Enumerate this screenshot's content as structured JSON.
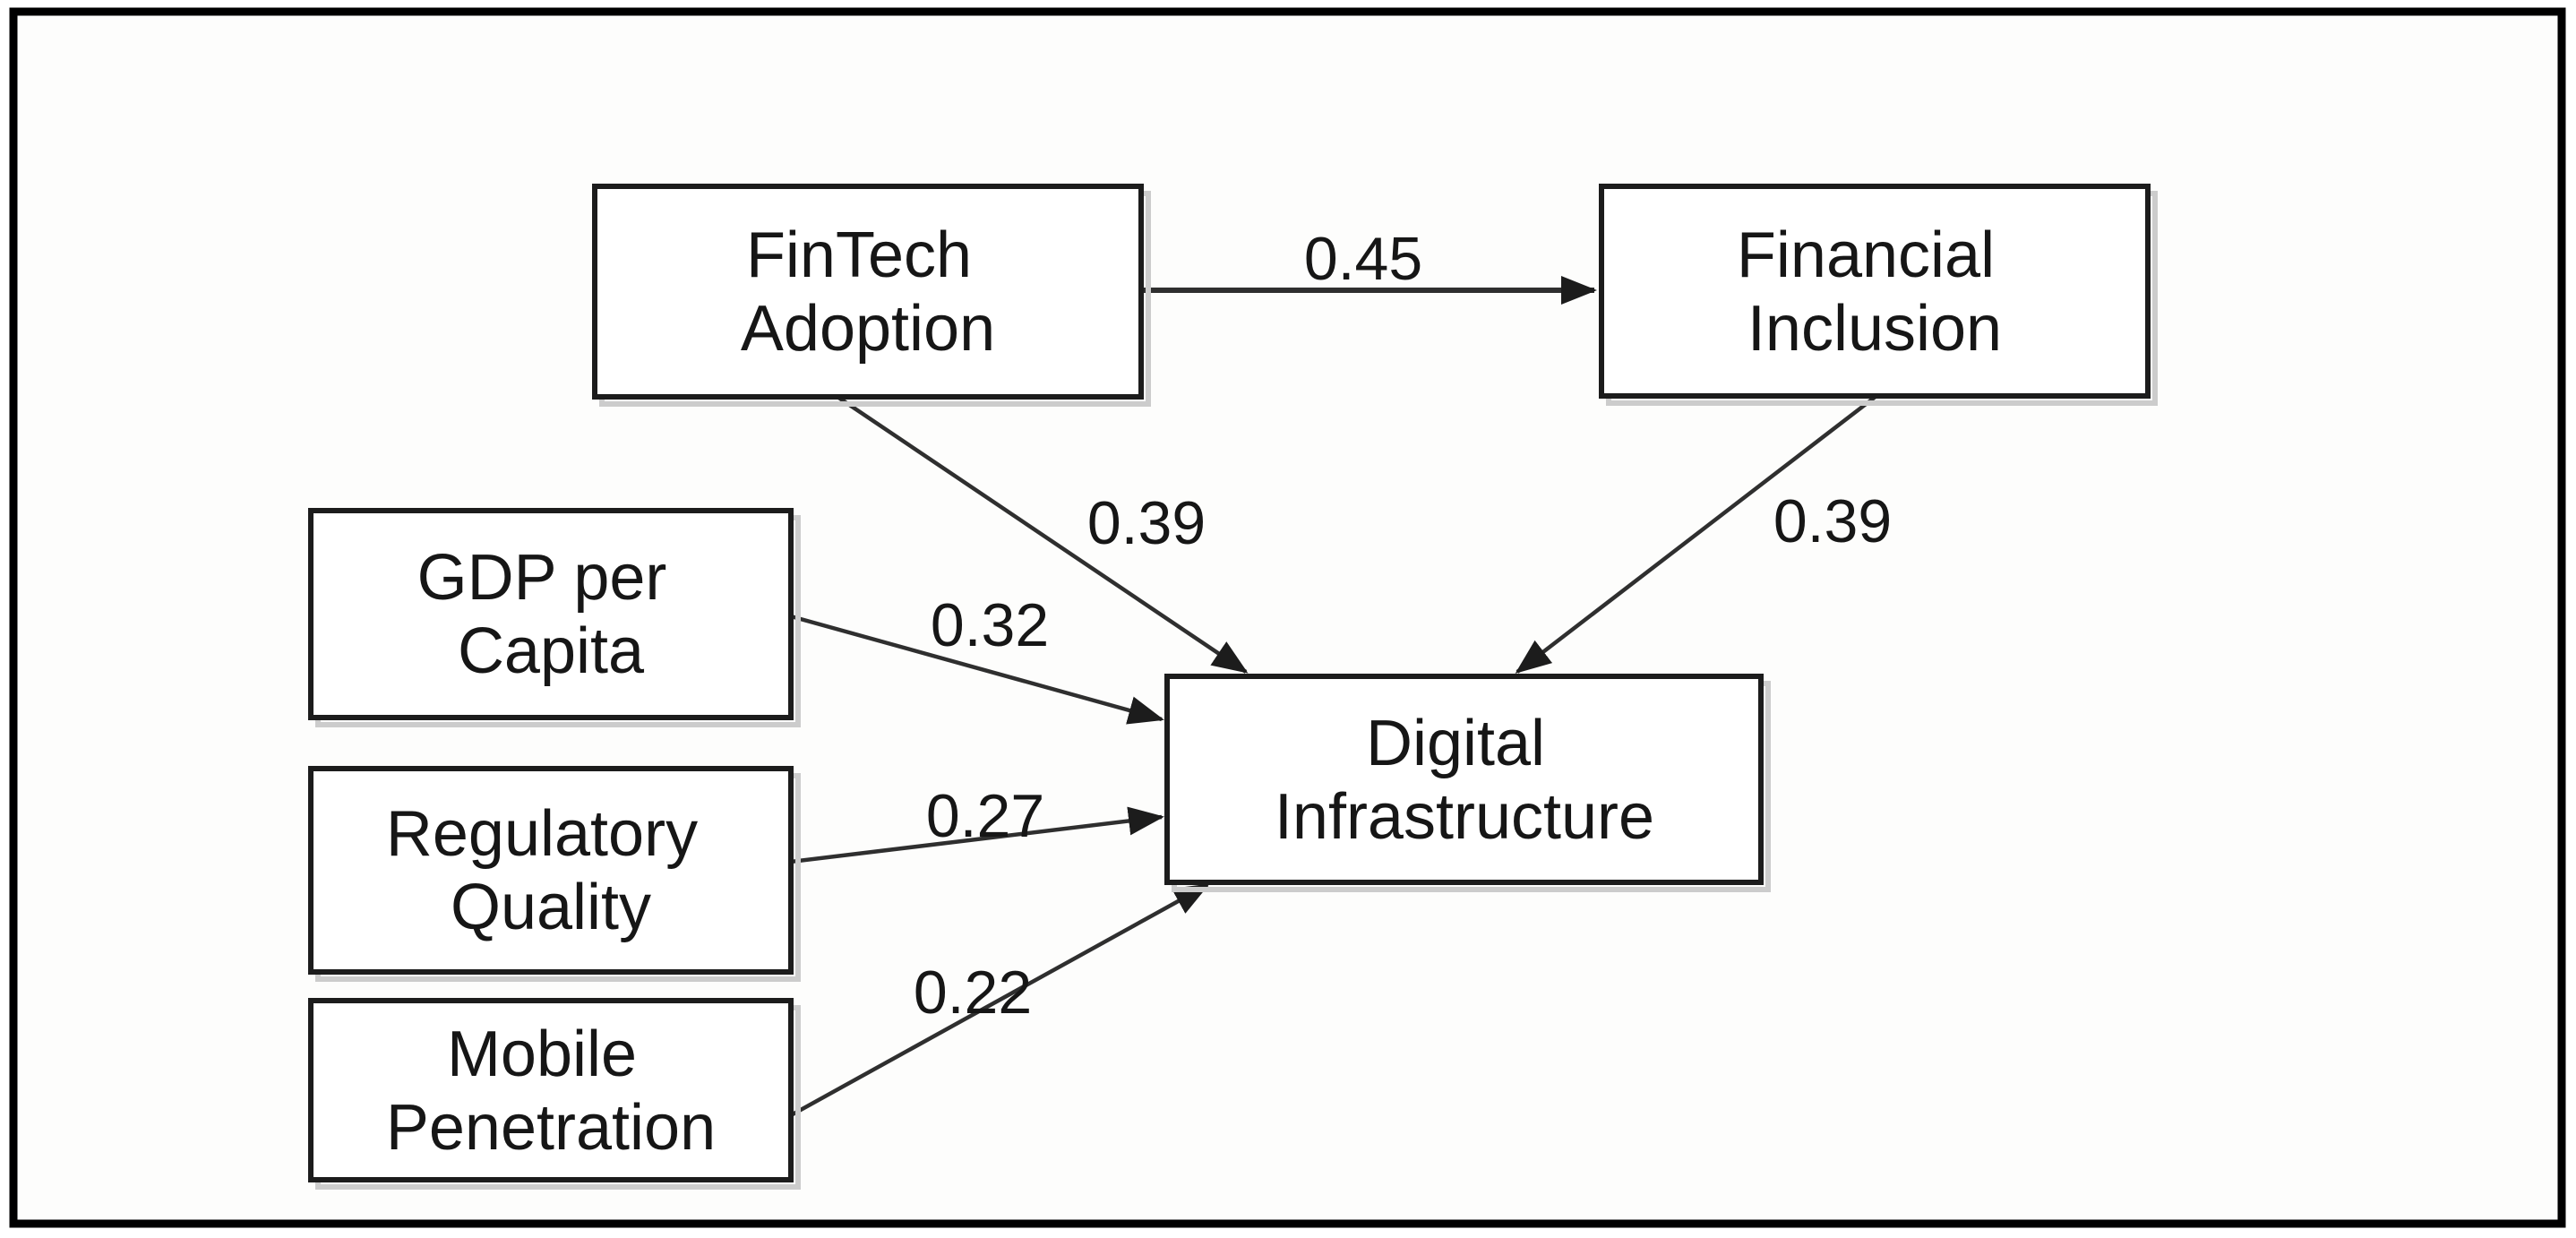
{
  "figure": {
    "type": "path-diagram",
    "description": "Structural path model of drivers of Digital Infrastructure",
    "colors": {
      "background": "#ffffff",
      "frame": "#000000",
      "box_fill": "#ffffff",
      "box_border": "#1c1c1c",
      "box_shadow": "#cccccc",
      "arrow": "#2f2f2f",
      "text": "#161616"
    }
  },
  "nodes": {
    "fintech_adoption": {
      "label": "FinTech Adoption",
      "lines": [
        "FinTech",
        "Adoption"
      ]
    },
    "financial_inclusion": {
      "label": "Financial Inclusion",
      "lines": [
        "Financial",
        "Inclusion"
      ]
    },
    "gdp_per_capita": {
      "label": "GDP per Capita",
      "lines": [
        "GDP per",
        "Capita"
      ]
    },
    "regulatory_quality": {
      "label": "Regulatory Quality",
      "lines": [
        "Regulatory",
        "Quality"
      ]
    },
    "mobile_penetration": {
      "label": "Mobile Penetration",
      "lines": [
        "Mobile",
        "Penetration"
      ]
    },
    "digital_infrastructure": {
      "label": "Digital Infrastructure",
      "lines": [
        "Digital",
        "Infrastructure"
      ]
    }
  },
  "edges": [
    {
      "from": "FinTech Adoption",
      "to": "Financial Inclusion",
      "coefficient": "0.45"
    },
    {
      "from": "FinTech Adoption",
      "to": "Digital Infrastructure",
      "coefficient": "0.39"
    },
    {
      "from": "Financial Inclusion",
      "to": "Digital Infrastructure",
      "coefficient": "0.39"
    },
    {
      "from": "GDP per Capita",
      "to": "Digital Infrastructure",
      "coefficient": "0.32"
    },
    {
      "from": "Regulatory Quality",
      "to": "Digital Infrastructure",
      "coefficient": "0.27"
    },
    {
      "from": "Mobile Penetration",
      "to": "Digital Infrastructure",
      "coefficient": "0.22"
    }
  ]
}
